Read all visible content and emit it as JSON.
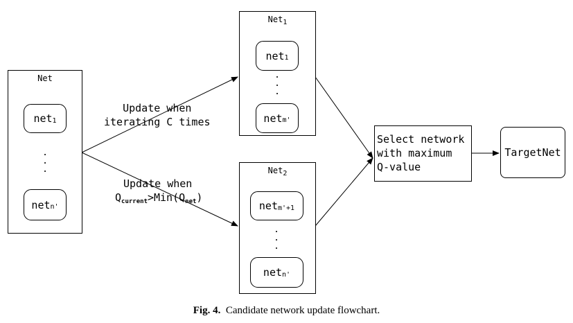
{
  "net": {
    "title": "Net",
    "item1": "net",
    "item1_sub": "1",
    "item2": "net",
    "item2_sub": "n'"
  },
  "net1": {
    "title": "Net",
    "title_sub": "1",
    "item1": "net",
    "item1_sub": "1",
    "item2": "net",
    "item2_sub": "m'"
  },
  "net2": {
    "title": "Net",
    "title_sub": "2",
    "item1": "net",
    "item1_sub": "m'+1",
    "item2": "net",
    "item2_sub": "n'"
  },
  "upper_label": {
    "line1": "Update when",
    "line2": "iterating C times"
  },
  "lower_label": {
    "line1": "Update when",
    "q": "Q",
    "q_sub": "current",
    "middle": ">Min(Q",
    "net_sub": "net",
    "close": ")"
  },
  "select": {
    "line1": "Select network",
    "line2": "with maximum",
    "line3": "Q-value"
  },
  "target": {
    "label": "TargetNet"
  },
  "caption": {
    "fig": "Fig. 4.",
    "text": "Candidate network update flowchart."
  }
}
